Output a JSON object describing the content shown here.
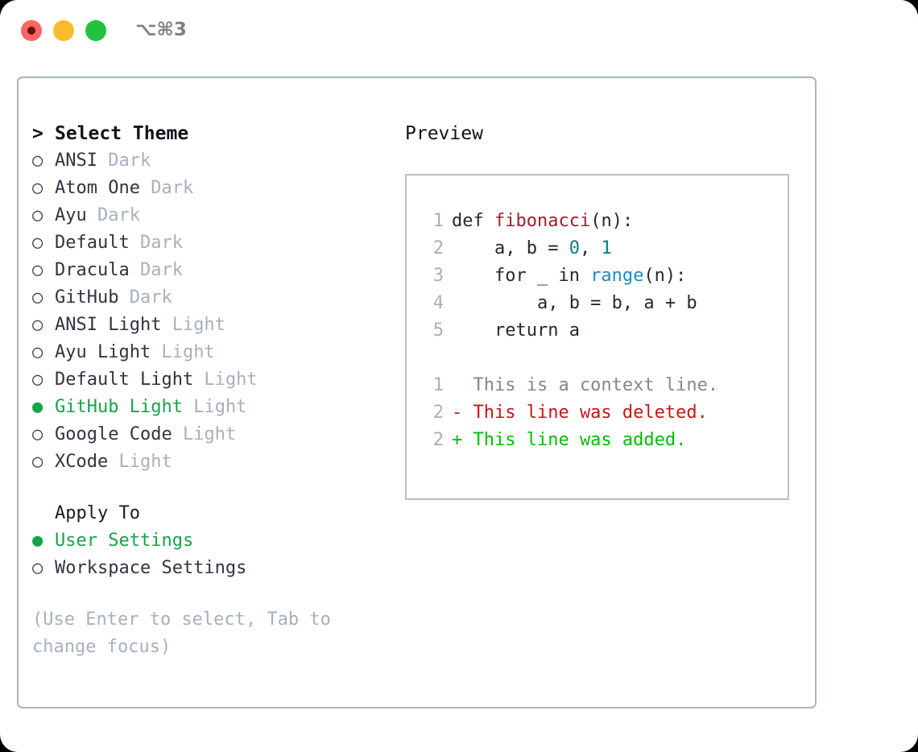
{
  "titlebar": {
    "shortcut": "⌥⌘3",
    "buttons": {
      "close": "close",
      "minimize": "minimize",
      "maximize": "maximize"
    }
  },
  "theme_picker": {
    "header": {
      "marker": ">",
      "label": "Select Theme"
    },
    "marker_unselected": "○",
    "marker_selected": "●",
    "items": [
      {
        "name": "ANSI",
        "badge": "Dark",
        "selected": false
      },
      {
        "name": "Atom One",
        "badge": "Dark",
        "selected": false
      },
      {
        "name": "Ayu",
        "badge": "Dark",
        "selected": false
      },
      {
        "name": "Default",
        "badge": "Dark",
        "selected": false
      },
      {
        "name": "Dracula",
        "badge": "Dark",
        "selected": false
      },
      {
        "name": "GitHub",
        "badge": "Dark",
        "selected": false
      },
      {
        "name": "ANSI Light",
        "badge": "Light",
        "selected": false
      },
      {
        "name": "Ayu Light",
        "badge": "Light",
        "selected": false
      },
      {
        "name": "Default Light",
        "badge": "Light",
        "selected": false
      },
      {
        "name": "GitHub Light",
        "badge": "Light",
        "selected": true
      },
      {
        "name": "Google Code",
        "badge": "Light",
        "selected": false
      },
      {
        "name": "XCode",
        "badge": "Light",
        "selected": false
      }
    ]
  },
  "apply_to": {
    "label": "Apply To",
    "options": [
      {
        "name": "User Settings",
        "selected": true
      },
      {
        "name": "Workspace Settings",
        "selected": false
      }
    ]
  },
  "hint": "(Use Enter to select, Tab to change focus)",
  "preview": {
    "title": "Preview",
    "code_lines": [
      {
        "no": "1",
        "tokens": [
          {
            "t": "def ",
            "c": "plain"
          },
          {
            "t": "fibonacci",
            "c": "fn"
          },
          {
            "t": "(n):",
            "c": "plain"
          }
        ]
      },
      {
        "no": "2",
        "tokens": [
          {
            "t": "    a, b = ",
            "c": "plain"
          },
          {
            "t": "0",
            "c": "num"
          },
          {
            "t": ", ",
            "c": "plain"
          },
          {
            "t": "1",
            "c": "num"
          }
        ]
      },
      {
        "no": "3",
        "tokens": [
          {
            "t": "    for _ in ",
            "c": "plain"
          },
          {
            "t": "range",
            "c": "call"
          },
          {
            "t": "(n):",
            "c": "plain"
          }
        ]
      },
      {
        "no": "4",
        "tokens": [
          {
            "t": "        a, b = b, a + b",
            "c": "plain"
          }
        ]
      },
      {
        "no": "5",
        "tokens": [
          {
            "t": "    return a",
            "c": "plain"
          }
        ]
      }
    ],
    "diff_lines": [
      {
        "no": "1",
        "sign": "  ",
        "text": "This is a context line.",
        "kind": "context"
      },
      {
        "no": "2",
        "sign": "- ",
        "text": "This line was deleted.",
        "kind": "del"
      },
      {
        "no": "2",
        "sign": "+ ",
        "text": "This line was added.",
        "kind": "add"
      }
    ]
  },
  "colors": {
    "accent_green": "#17a349",
    "diff_add_green": "#00c000",
    "diff_del_red": "#cc1414",
    "function_red": "#a51d2d",
    "number_teal": "#0d7d7d",
    "call_blue": "#1a8cc8",
    "muted_gray": "#a8b0bd",
    "border": "#aab4c4",
    "dot_close": "#f9655f",
    "dot_minimize": "#fcbb2e",
    "dot_maximize": "#22c33c"
  }
}
